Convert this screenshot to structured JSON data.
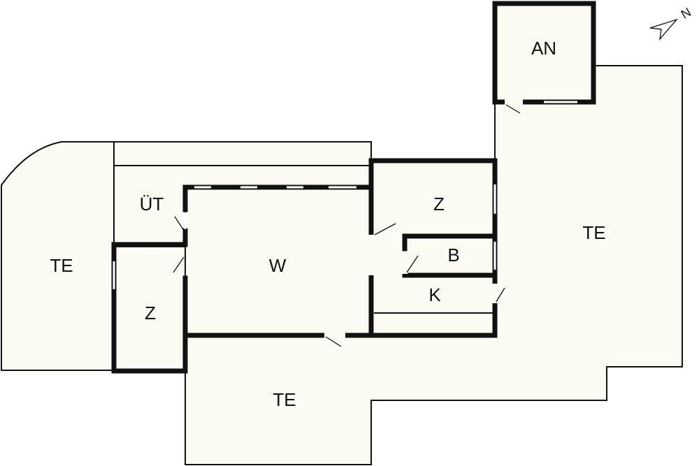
{
  "rooms": {
    "an": "AN",
    "ut": "ÜT",
    "z_top": "Z",
    "b": "B",
    "k": "K",
    "w": "W",
    "z_left": "Z",
    "te_left": "TE",
    "te_right": "TE",
    "te_bottom": "TE"
  },
  "north_label": "N"
}
